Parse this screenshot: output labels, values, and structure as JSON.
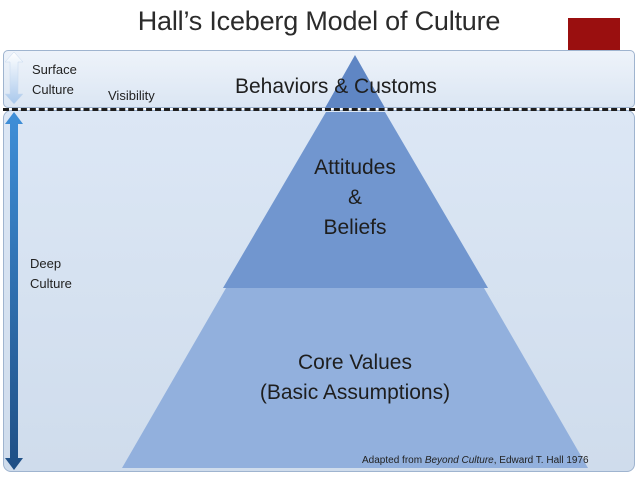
{
  "title": "Hall’s Iceberg Model of Culture",
  "surface": {
    "label_line1": "Surface",
    "label_line2": "Culture",
    "visibility": "Visibility"
  },
  "deep": {
    "label_line1": "Deep",
    "label_line2": "Culture"
  },
  "tiers": {
    "top": "Behaviors  &  Customs",
    "middle_line1": "Attitudes",
    "middle_line2": "&",
    "middle_line3": "Beliefs",
    "bottom_line1": "Core Values",
    "bottom_line2": "(Basic Assumptions)"
  },
  "credit": {
    "prefix": "Adapted from ",
    "book": "Beyond Culture",
    "suffix": ", Edward T. Hall  1976"
  },
  "colors": {
    "top_tier": "#5f86c4",
    "middle_tier": "#7196cf",
    "bottom_tier": "#92b0dd",
    "accent_box": "#9a0f0f"
  }
}
